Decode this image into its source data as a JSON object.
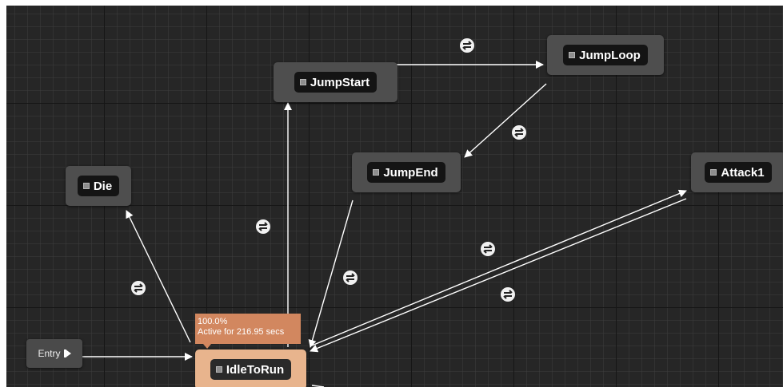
{
  "graph": {
    "entry": {
      "label": "Entry",
      "icon": "play-arrow-icon"
    },
    "states": {
      "jump_start": "JumpStart",
      "jump_loop": "JumpLoop",
      "jump_end": "JumpEnd",
      "die": "Die",
      "attack1": "Attack1",
      "idle_to_run": "IdleToRun"
    },
    "active_state_tooltip": {
      "weight": "100.0%",
      "status": "Active for 216.95 secs"
    },
    "transition_icon": "transition-arrows-icon",
    "colors": {
      "background": "#262626",
      "node": "#4e4e4e",
      "active_node": "#e8b48d",
      "tooltip": "#d2875f",
      "link": "#ffffff"
    }
  }
}
